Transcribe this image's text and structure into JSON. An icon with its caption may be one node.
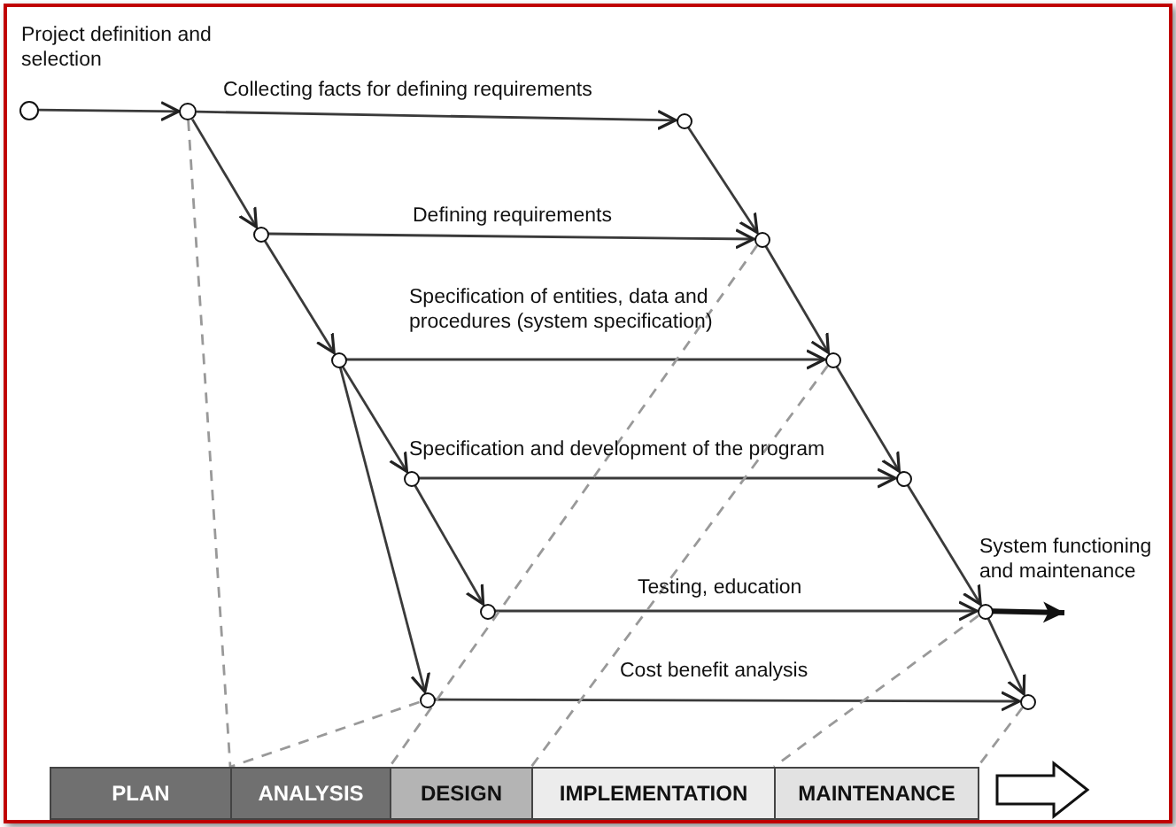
{
  "diagram": {
    "nodes": [
      {
        "text": [],
        "shape": "circle",
        "beside": [
          "Project definition and selection"
        ]
      },
      {
        "text": [],
        "shape": "circle"
      },
      {
        "text": [],
        "shape": "circle"
      },
      {
        "text": [],
        "shape": "circle"
      },
      {
        "text": [],
        "shape": "circle"
      },
      {
        "text": [],
        "shape": "circle"
      },
      {
        "text": [],
        "shape": "circle"
      },
      {
        "text": [],
        "shape": "circle"
      },
      {
        "text": [],
        "shape": "circle"
      },
      {
        "text": [],
        "shape": "circle"
      },
      {
        "text": [],
        "shape": "circle",
        "beside": [
          "System functioning and maintenance"
        ]
      },
      {
        "text": [],
        "shape": "circle"
      },
      {
        "text": [],
        "shape": "circle"
      },
      {
        "text": [
          "PLAN"
        ]
      },
      {
        "text": [
          "ANALYSIS"
        ]
      },
      {
        "text": [
          "DESIGN"
        ]
      },
      {
        "text": [
          "IMPLEMENTATION"
        ]
      },
      {
        "text": [
          "MAINTENANCE"
        ]
      }
    ],
    "edges": [
      {
        "from": 0,
        "to": 1,
        "arrow": "to"
      },
      {
        "from": 1,
        "to": 2,
        "arrow": "to",
        "label": "Collecting facts for defining requirements"
      },
      {
        "from": 1,
        "to": 3,
        "arrow": "to"
      },
      {
        "from": 3,
        "to": 4,
        "arrow": "to",
        "label": "Defining requirements"
      },
      {
        "from": 2,
        "to": 4,
        "arrow": "to"
      },
      {
        "from": 3,
        "to": 5,
        "arrow": "to"
      },
      {
        "from": 5,
        "to": 6,
        "arrow": "to",
        "label": "Specification of entities, data and procedures (system specification)"
      },
      {
        "from": 4,
        "to": 6,
        "arrow": "to"
      },
      {
        "from": 5,
        "to": 7,
        "arrow": "to"
      },
      {
        "from": 7,
        "to": 8,
        "arrow": "to",
        "label": "Specification and development of the program"
      },
      {
        "from": 6,
        "to": 8,
        "arrow": "to"
      },
      {
        "from": 7,
        "to": 9,
        "arrow": "to"
      },
      {
        "from": 9,
        "to": 10,
        "arrow": "to",
        "label": "Testing, education"
      },
      {
        "from": 8,
        "to": 10,
        "arrow": "to"
      },
      {
        "from": 5,
        "to": 11,
        "arrow": "to"
      },
      {
        "from": 11,
        "to": 12,
        "arrow": "to",
        "label": "Cost benefit analysis"
      },
      {
        "from": 10,
        "to": 12,
        "arrow": "to"
      },
      {
        "from": 10,
        "to": null,
        "arrow": "to",
        "style": "thick"
      },
      {
        "from": 1,
        "to": 14,
        "arrow": "none",
        "style": "dashed",
        "color": "#999999"
      },
      {
        "from": 11,
        "to": 14,
        "arrow": "none",
        "style": "dashed",
        "color": "#999999"
      },
      {
        "from": 4,
        "to": 15,
        "arrow": "none",
        "style": "dashed",
        "color": "#999999"
      },
      {
        "from": 6,
        "to": 16,
        "arrow": "none",
        "style": "dashed",
        "color": "#999999"
      },
      {
        "from": 10,
        "to": 17,
        "arrow": "none",
        "style": "dashed",
        "color": "#999999"
      },
      {
        "from": 12,
        "to": 17,
        "arrow": "none",
        "style": "dashed",
        "color": "#999999"
      }
    ]
  }
}
